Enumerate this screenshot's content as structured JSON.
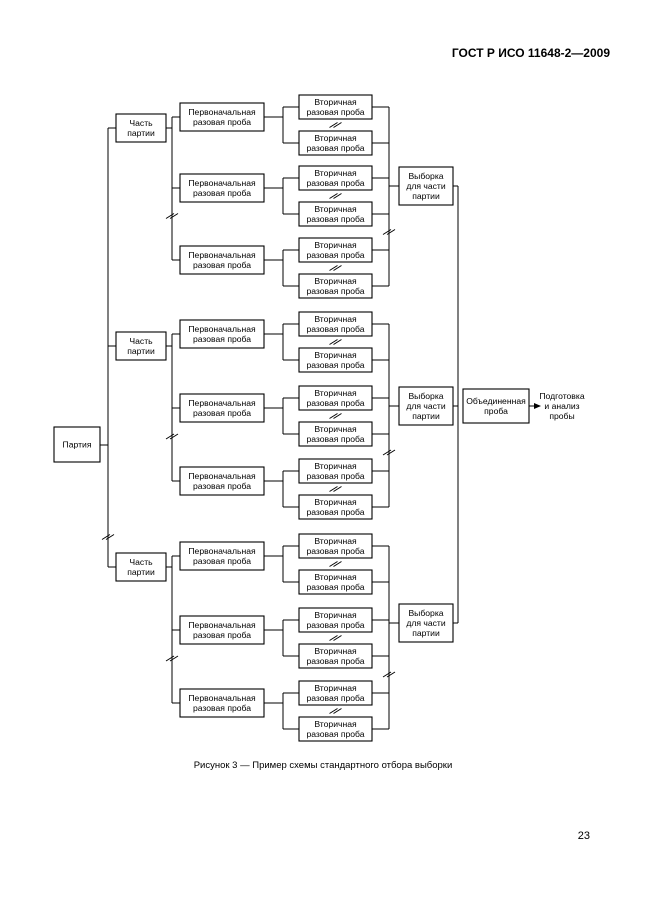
{
  "document": {
    "header": "ГОСТ Р ИСО 11648-2—2009",
    "caption": "Рисунок 3 — Пример схемы стандартного отбора выборки",
    "page_number": "23"
  },
  "diagram": {
    "lot": "Партия",
    "part_label": [
      "Часть",
      "партии"
    ],
    "primary_label": [
      "Первоначальная",
      "разовая проба"
    ],
    "secondary_label": [
      "Вторичная",
      "разовая проба"
    ],
    "part_sample_label": [
      "Выборка",
      "для части",
      "партии"
    ],
    "composite_label": [
      "Объединенная",
      "проба"
    ],
    "output_label": [
      "Подготовка",
      "и анализ",
      "пробы"
    ]
  }
}
